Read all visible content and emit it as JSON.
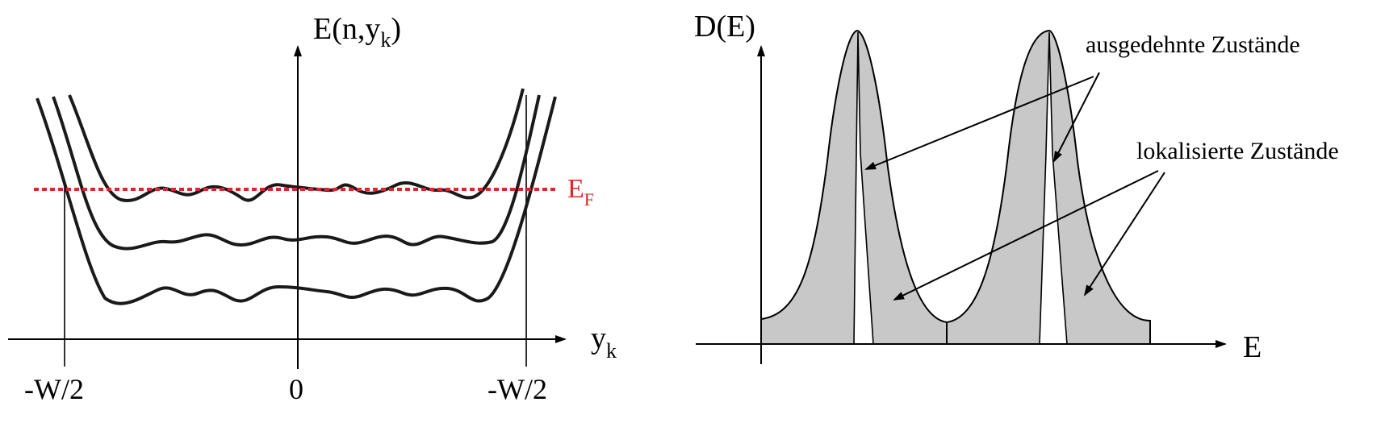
{
  "left_panel": {
    "y_axis_label": "E(n,y",
    "y_axis_label_sub": "k",
    "y_axis_label_close": ")",
    "x_axis_label": "y",
    "x_axis_label_sub": "k",
    "fermi_label": "E",
    "fermi_label_sub": "F",
    "tick_left": "-W/2",
    "tick_center": "0",
    "tick_right": "-W/2",
    "colors": {
      "fermi_line": "#d42a2a",
      "curves": "#000000"
    }
  },
  "right_panel": {
    "y_axis_label": "D(E)",
    "x_axis_label": "E",
    "annotation_extended": "ausgedehnte Zustände",
    "annotation_localized": "lokalisierte Zustände",
    "colors": {
      "localized_fill": "#c8c8c8",
      "extended_fill": "#ffffff"
    }
  }
}
